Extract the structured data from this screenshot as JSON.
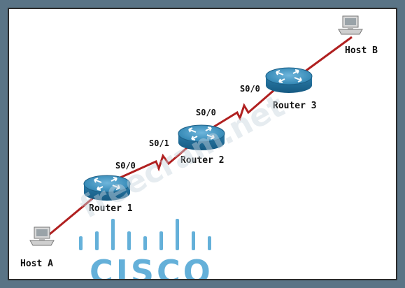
{
  "devices": {
    "host_a": "Host A",
    "host_b": "Host B",
    "router1": "Router 1",
    "router2": "Router 2",
    "router3": "Router 3"
  },
  "interfaces": {
    "r1_s0_0": "S0/0",
    "r2_s0_1": "S0/1",
    "r2_s0_0": "S0/0",
    "r3_s0_0": "S0/0"
  },
  "watermark": {
    "text": "freecram.net",
    "logo": "CISCO"
  },
  "colors": {
    "link": "#b02020",
    "router_top": "#3a8fb8",
    "router_body": "#1f6d99",
    "background": "#5a7486",
    "logo": "#4aa3d3"
  }
}
